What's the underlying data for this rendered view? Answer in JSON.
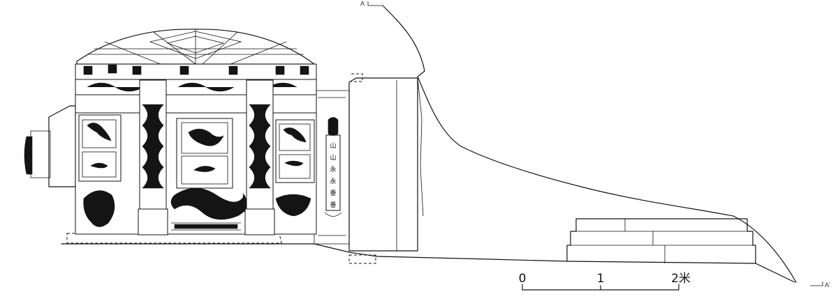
{
  "section": {
    "marker_start": "A",
    "marker_end": "A'"
  },
  "inscription": [
    "山",
    "山",
    "永",
    "永",
    "垂",
    "垂"
  ],
  "scale": {
    "ticks": [
      "0",
      "1",
      "2米"
    ]
  }
}
